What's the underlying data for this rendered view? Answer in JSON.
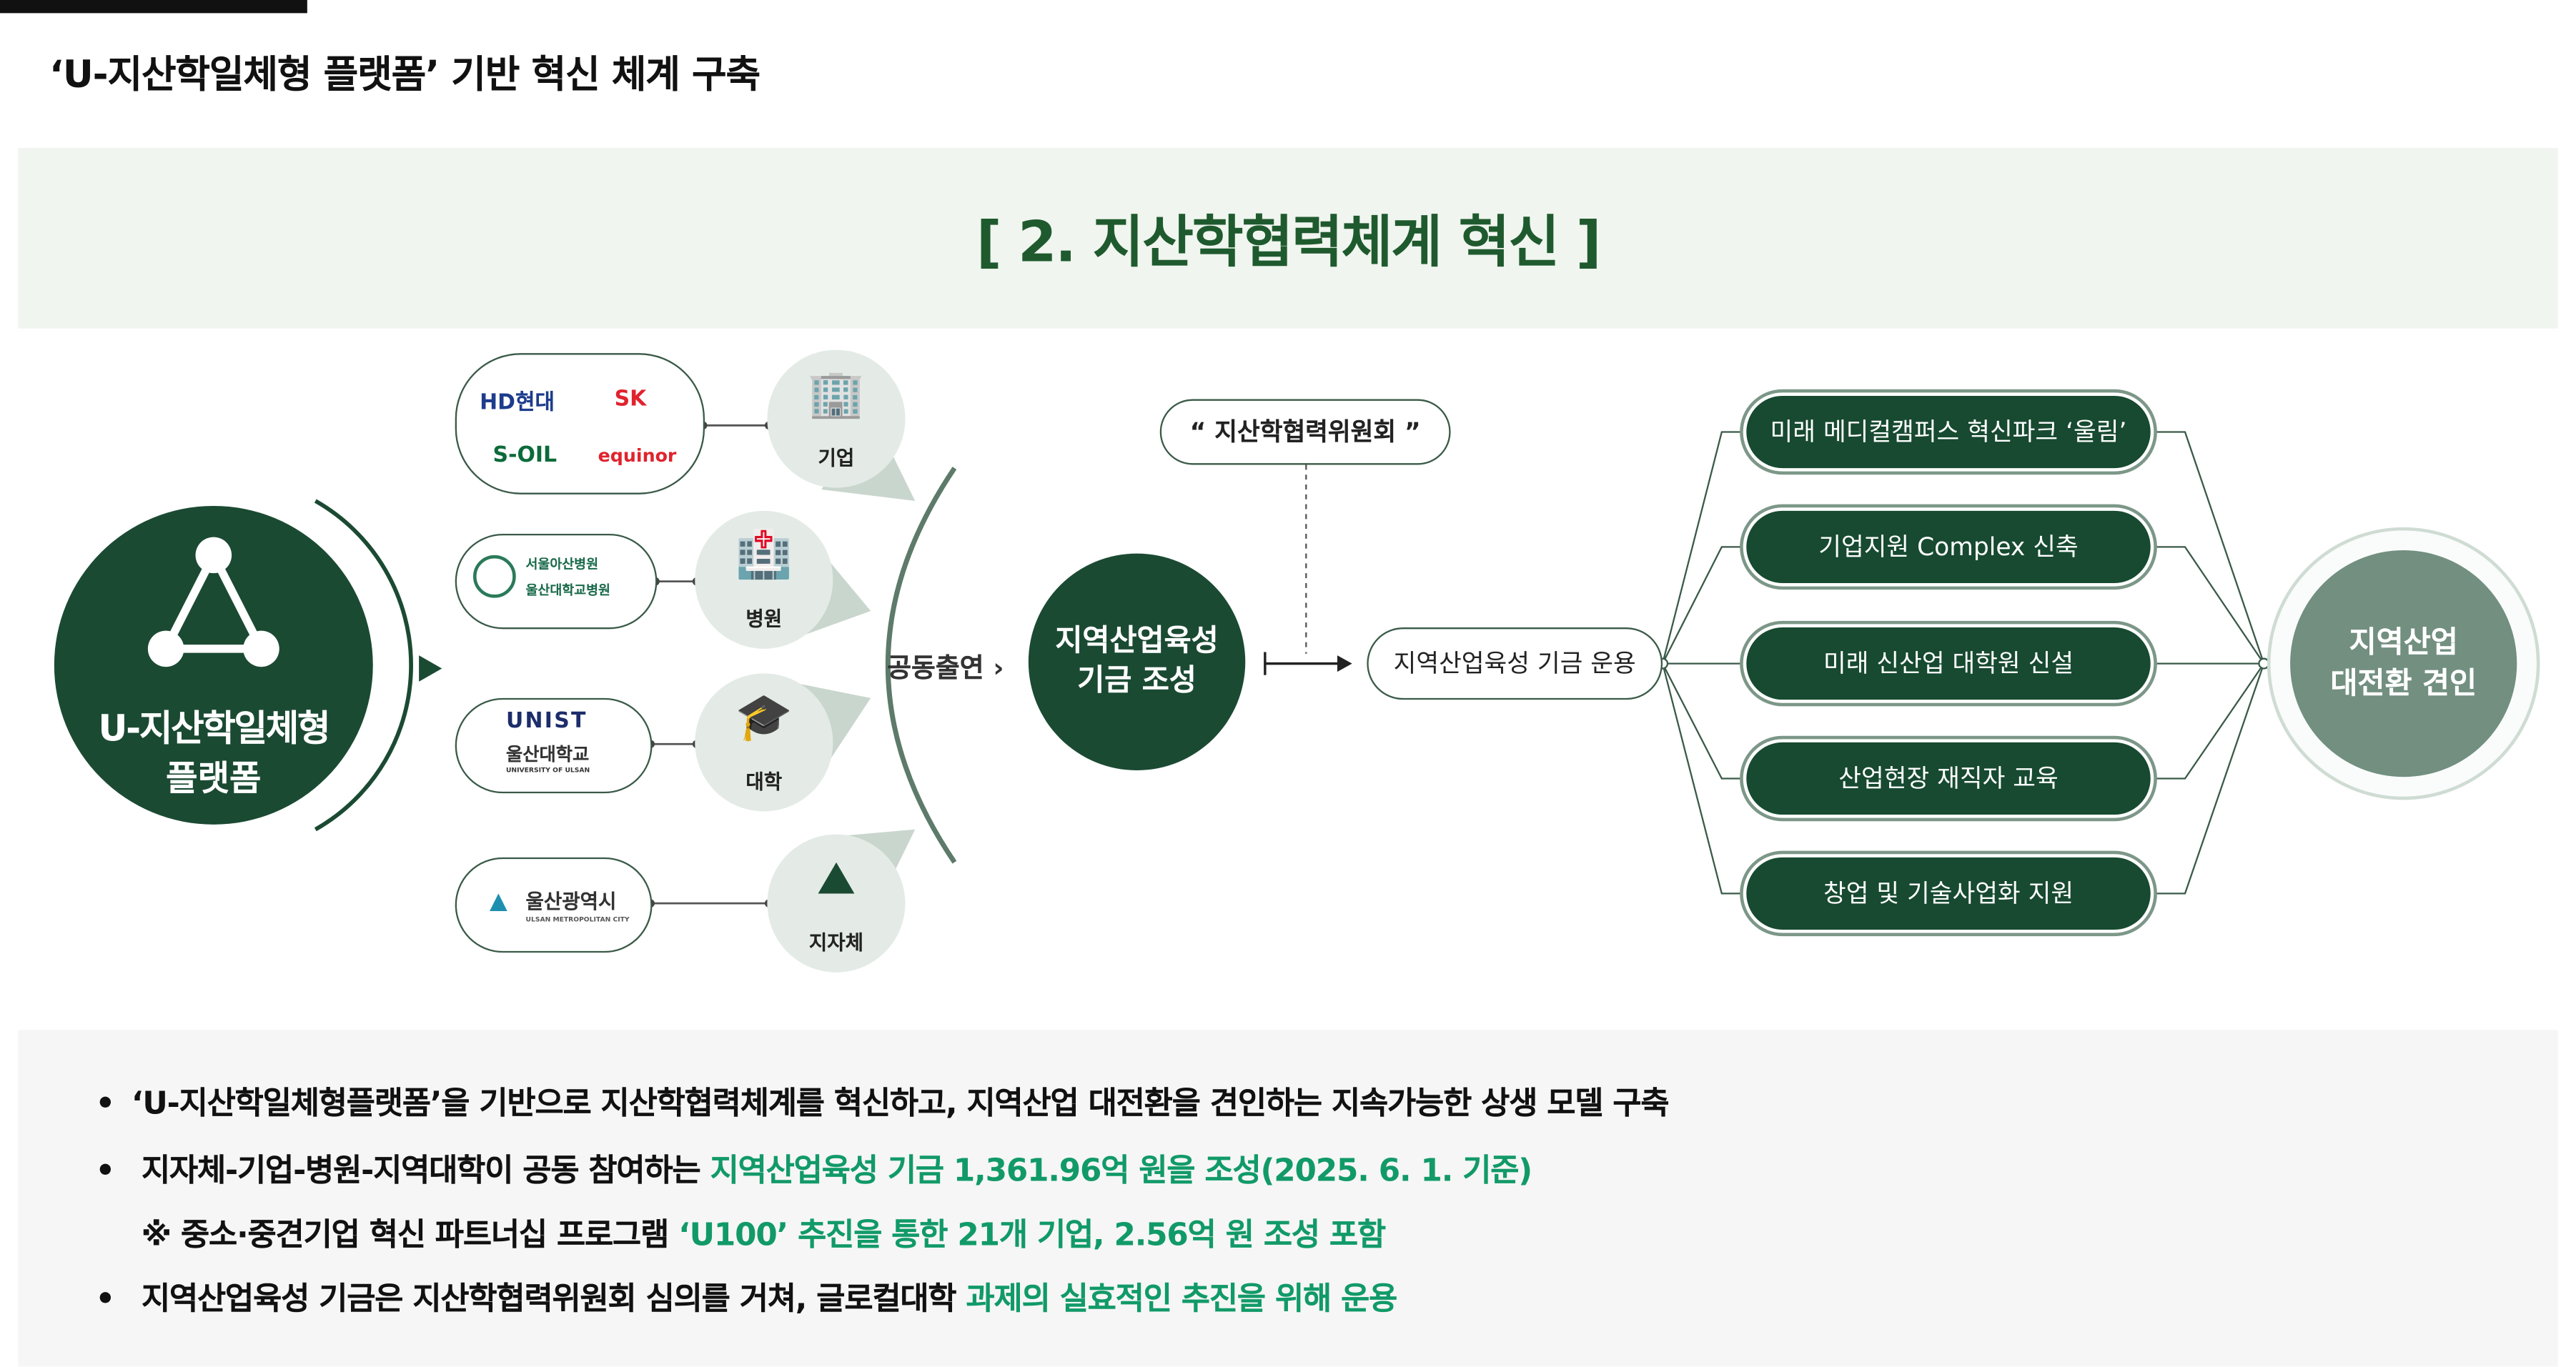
{
  "page_title": "‘U-지산학일체형 플랫폼’ 기반 혁신 체계 구축",
  "section_title": "[ 2. 지산학협력체계 혁신 ]",
  "platform": {
    "line1": "U-지산학일체형",
    "line2": "플랫폼"
  },
  "partners": [
    {
      "label": "기업",
      "logos": [
        "HD현대",
        "SK",
        "S-OIL",
        "equinor"
      ]
    },
    {
      "label": "병원",
      "logos": [
        "서울아산병원",
        "울산대학교병원"
      ]
    },
    {
      "label": "대학",
      "logos": [
        "UNIST",
        "울산대학교",
        "UNIVERSITY OF ULSAN"
      ]
    },
    {
      "label": "지자체",
      "logos": [
        "울산광역시",
        "ULSAN METROPOLITAN CITY"
      ]
    }
  ],
  "joint_label": "공동출연 ›",
  "fund": {
    "line1": "지역산업육성",
    "line2": "기금 조성"
  },
  "committee": "“ 지산학협력위원회 ”",
  "fund_operation": "지역산업육성 기금 운용",
  "actions": [
    "미래 메디컬캠퍼스 혁신파크 ‘울림’",
    "기업지원 Complex 신축",
    "미래 신산업 대학원 신설",
    "산업현장 재직자 교육",
    "창업 및 기술사업화 지원"
  ],
  "goal": {
    "line1": "지역산업",
    "line2": "대전환 견인"
  },
  "bullets": [
    {
      "text": "‘U-지산학일체형플랫폼’을 기반으로 지산학협력체계를 혁신하고, 지역산업 대전환을 견인하는 지속가능한 상생 모델 구축",
      "highlight": ""
    },
    {
      "text": "지자체-기업-병원-지역대학이 공동 참여하는 ",
      "highlight": "지역산업육성 기금 1,361.96억 원을 조성(2025. 6. 1. 기준)"
    },
    {
      "text": "※ 중소·중견기업 혁신 파트너십 프로그램 ",
      "highlight": "‘U100’ 추진을 통한 21개 기업, 2.56억 원 조성 포함"
    },
    {
      "text": "지역산업육성 기금은 지산학협력위원회 심의를 거쳐, 글로컬대학 ",
      "highlight": "과제의 실효적인 추진을 위해 운용"
    }
  ],
  "colors": {
    "dark_green": "#1b4a33",
    "title_green": "#1f5a2e",
    "highlight": "#119a68",
    "goal_fill": "#728f80"
  }
}
